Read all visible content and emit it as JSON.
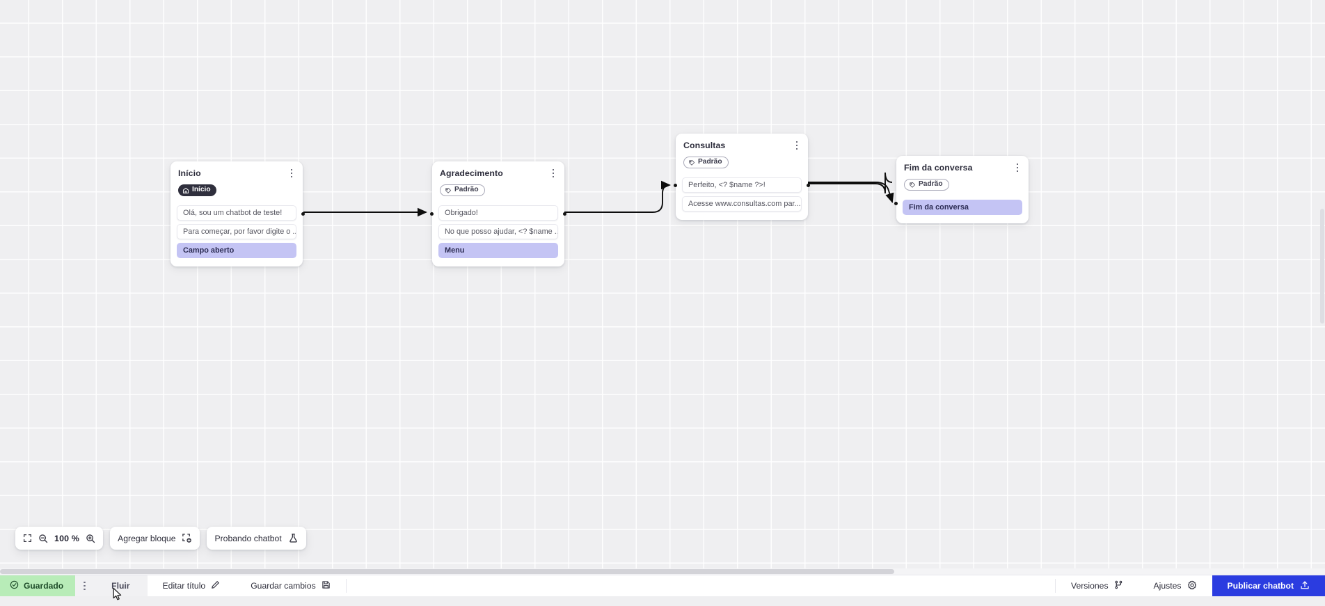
{
  "app": {
    "zoom_level": "100 %",
    "accent_color": "#2b3ce0",
    "saved_color": "#b8ecb8",
    "slot_accent_color": "#c4c4f4"
  },
  "nodes": [
    {
      "id": "inicio",
      "title": "Início",
      "badge": {
        "label": "Início",
        "style": "dark",
        "icon": "home-icon"
      },
      "slots": [
        {
          "text": "Olá, sou um chatbot de teste!",
          "accent": false
        },
        {
          "text": "Para começar, por favor digite o ...",
          "accent": false
        },
        {
          "text": "Campo aberto",
          "accent": true
        }
      ]
    },
    {
      "id": "agradecimento",
      "title": "Agradecimento",
      "badge": {
        "label": "Padrão",
        "style": "outline",
        "icon": "tag-icon"
      },
      "slots": [
        {
          "text": "Obrigado!",
          "accent": false
        },
        {
          "text": "No que posso ajudar, <? $name ...",
          "accent": false
        },
        {
          "text": "Menu",
          "accent": true
        }
      ]
    },
    {
      "id": "consultas",
      "title": "Consultas",
      "badge": {
        "label": "Padrão",
        "style": "outline",
        "icon": "tag-icon"
      },
      "slots": [
        {
          "text": "Perfeito, <? $name ?>!",
          "accent": false
        },
        {
          "text": "Acesse www.consultas.com par...",
          "accent": false
        }
      ]
    },
    {
      "id": "fim-da-conversa",
      "title": "Fim da conversa",
      "badge": {
        "label": "Padrão",
        "style": "outline",
        "icon": "tag-icon"
      },
      "slots": [
        {
          "text": "Fim da conversa",
          "accent": true
        }
      ]
    }
  ],
  "toolbar": {
    "fit_icon": "fit-screen-icon",
    "zoom_out_icon": "zoom-out-icon",
    "zoom_in_icon": "zoom-in-icon",
    "zoom_value": "100 %",
    "add_block_label": "Agregar bloque",
    "add_block_icon": "add-block-icon",
    "test_chatbot_label": "Probando chatbot",
    "test_chatbot_icon": "flask-icon"
  },
  "bottom_bar": {
    "saved_label": "Guardado",
    "saved_icon": "check-circle-icon",
    "menu_icon": "kebab-icon",
    "flow_tab_label": "Fluir",
    "edit_title_label": "Editar título",
    "edit_title_icon": "pencil-icon",
    "save_changes_label": "Guardar cambios",
    "save_changes_icon": "floppy-icon",
    "versions_label": "Versiones",
    "versions_icon": "branch-icon",
    "settings_label": "Ajustes",
    "settings_icon": "gear-icon",
    "publish_label": "Publicar chatbot",
    "publish_icon": "upload-icon"
  }
}
